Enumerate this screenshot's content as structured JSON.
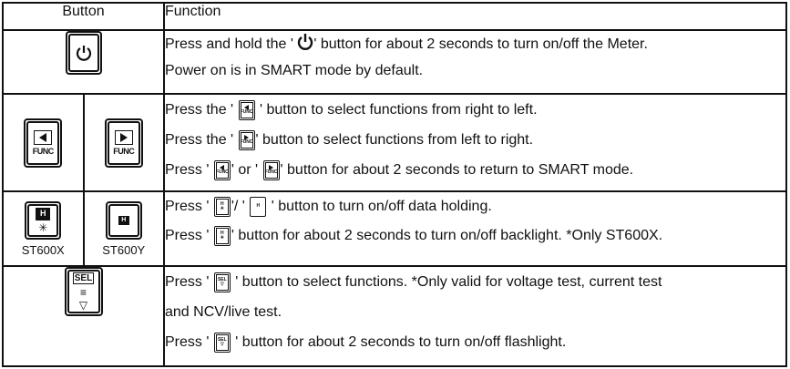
{
  "header": {
    "button": "Button",
    "function": "Function"
  },
  "rows": [
    {
      "lines": [
        [
          "Press and hold the ' ",
          "' button for about 2 seconds to turn on/off the Meter."
        ],
        [
          "Power on is in SMART mode by default."
        ]
      ]
    },
    {
      "button_label": "FUNC",
      "lines": [
        [
          "Press the ' ",
          " ' button to select functions from right to left."
        ],
        [
          "Press the ' ",
          "' button to select functions from left to right."
        ],
        [
          "Press ' ",
          "' or ' ",
          "' button for about 2 seconds to return to SMART mode."
        ]
      ]
    },
    {
      "models": [
        "ST600X",
        "ST600Y"
      ],
      "hold_label": "H",
      "lines": [
        [
          "Press ' ",
          "'/ ' ",
          " ' button to turn on/off data holding."
        ],
        [
          "Press ' ",
          "' button for about 2 seconds to turn on/off backlight. *Only ST600X."
        ]
      ]
    },
    {
      "button_label": "SEL",
      "lines": [
        [
          "Press ' ",
          " ' button to select functions. *Only valid for voltage test, current test"
        ],
        [
          "and NCV/live test."
        ],
        [
          "Press ' ",
          " ' button for about 2 seconds to turn on/off flashlight."
        ]
      ]
    }
  ],
  "icons": {
    "power": "power-icon",
    "left_func": "left-arrow-func-icon",
    "right_func": "right-arrow-func-icon",
    "hold_backlight": "hold-backlight-icon",
    "hold": "hold-icon",
    "sel_flashlight": "sel-flashlight-icon"
  }
}
